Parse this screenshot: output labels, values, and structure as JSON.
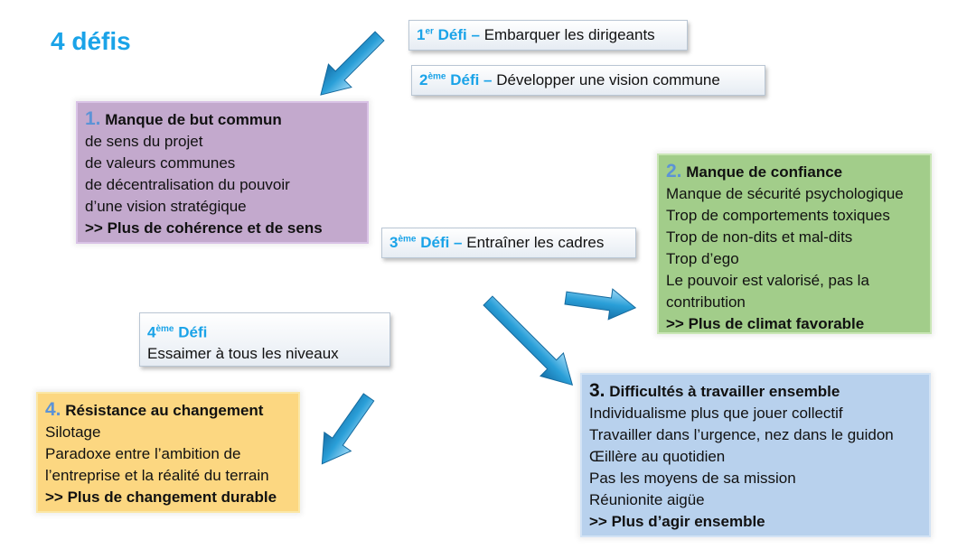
{
  "page_title": "4 défis",
  "defis": [
    {
      "num": "1",
      "sup": "er",
      "label": " Défi –",
      "text": "Embarquer les dirigeants"
    },
    {
      "num": "2",
      "sup": "ème",
      "label": " Défi –",
      "text": "Développer une vision commune"
    },
    {
      "num": "3",
      "sup": "ème",
      "label": " Défi –",
      "text": "Entraîner les cadres"
    },
    {
      "num": "4",
      "sup": "ème",
      "label": " Défi",
      "text": "Essaimer à tous les niveaux"
    }
  ],
  "boxes": [
    {
      "num": "1.",
      "title": "Manque de but commun",
      "lines": [
        "de sens du projet",
        "de valeurs communes",
        "de décentralisation du pouvoir",
        "d’une vision stratégique"
      ],
      "conclusion": ">> Plus de cohérence et de sens",
      "color": "#c3a9cd"
    },
    {
      "num": "2.",
      "title": "Manque de confiance",
      "lines": [
        "Manque de sécurité psychologique",
        "Trop de comportements toxiques",
        "Trop de non-dits et mal-dits",
        "Trop d’ego",
        "Le pouvoir est valorisé, pas la",
        "contribution"
      ],
      "conclusion": ">> Plus de climat favorable",
      "color": "#a2cd8a"
    },
    {
      "num": "3.",
      "title": "Difficultés à travailler ensemble",
      "lines": [
        "Individualisme plus que jouer collectif",
        "Travailler dans l’urgence, nez dans le guidon",
        "Œillère au quotidien",
        "Pas les moyens de sa mission",
        "Réunionite aigüe"
      ],
      "conclusion": ">> Plus d’agir ensemble",
      "color": "#b8d1ed"
    },
    {
      "num": "4.",
      "title": "Résistance au changement",
      "lines": [
        "Silotage",
        "Paradoxe entre l’ambition de",
        "l’entreprise et la réalité du terrain"
      ],
      "conclusion": ">> Plus de changement durable",
      "color": "#fcd781"
    }
  ],
  "arrow_color": "#2a9fd8"
}
